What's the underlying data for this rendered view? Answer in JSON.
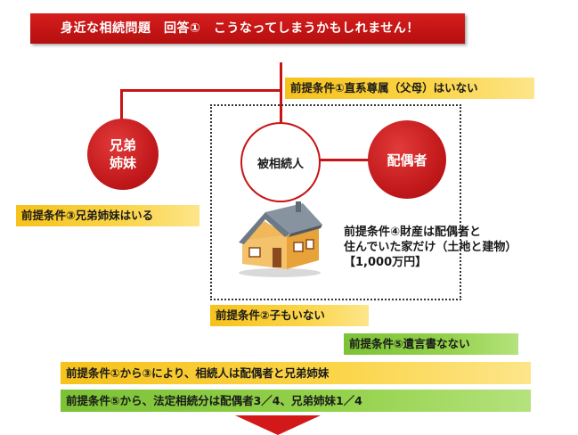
{
  "title": "身近な相続問題　回答①　こうなってしまうかもしれません！",
  "nodes": {
    "siblings": "兄弟\n姉妹",
    "deceased": "被相続人",
    "spouse": "配偶者"
  },
  "conditions": {
    "c1": "前提条件①直系尊属（父母）はいない",
    "c2": "前提条件②子もいない",
    "c3": "前提条件③兄弟姉妹はいる",
    "c4_line1": "前提条件④財産は配偶者と",
    "c4_line2": "住んでいた家だけ（土地と建物）",
    "c4_line3": "【1,000万円】",
    "c5": "前提条件⑤遺言書なない"
  },
  "conclusions": {
    "heirs": "前提条件①から③により、相続人は配偶者と兄弟姉妹",
    "shares": "前提条件⑤から、法定相続分は配偶者3／4、兄弟姉妹1／4"
  },
  "colors": {
    "accent_red": "#c81414",
    "yellow": "#f6c21c",
    "green": "#7cc236"
  },
  "icons": {
    "house": "house-icon",
    "arrow": "down-arrow-icon"
  }
}
